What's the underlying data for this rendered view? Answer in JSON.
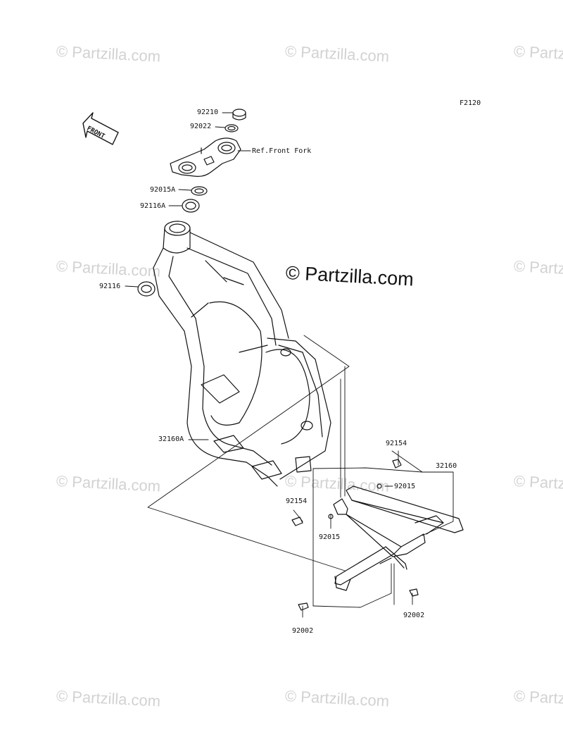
{
  "figure_code": "F2120",
  "front_arrow_label": "FRONT",
  "watermark_text": "© Partzilla.com",
  "center_watermark_text": "© Partzilla.com",
  "parts": {
    "p92210": "92210",
    "p92022": "92022",
    "ref_front_fork": "Ref.Front Fork",
    "p92015A": "92015A",
    "p92116A": "92116A",
    "p92116": "92116",
    "p32160A": "32160A",
    "p92154_top": "92154",
    "p32160": "32160",
    "p92015_right": "92015",
    "p92154_left": "92154",
    "p92015_left": "92015",
    "p92002_left": "92002",
    "p92002_right": "92002"
  }
}
